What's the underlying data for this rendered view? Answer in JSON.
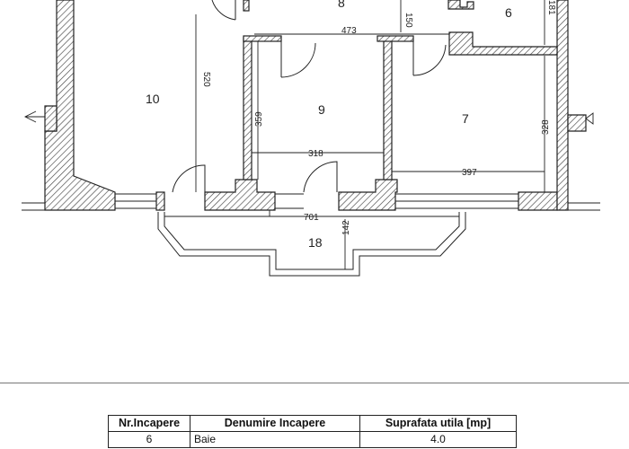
{
  "rooms": [
    {
      "id": "room-8",
      "label": "8"
    },
    {
      "id": "room-6",
      "label": "6"
    },
    {
      "id": "room-10",
      "label": "10"
    },
    {
      "id": "room-9",
      "label": "9"
    },
    {
      "id": "room-7",
      "label": "7"
    },
    {
      "id": "room-18",
      "label": "18"
    }
  ],
  "dimensions": {
    "d473": "473",
    "d150": "150",
    "d181": "181",
    "d520": "520",
    "d359": "359",
    "d318": "318",
    "d328": "328",
    "d397": "397",
    "d701": "701",
    "d142": "142"
  },
  "table": {
    "headers": [
      "Nr.Incapere",
      "Denumire Incapere",
      "Suprafata utila [mp]"
    ],
    "rows": [
      [
        "6",
        "Baie",
        "4.0"
      ]
    ]
  }
}
